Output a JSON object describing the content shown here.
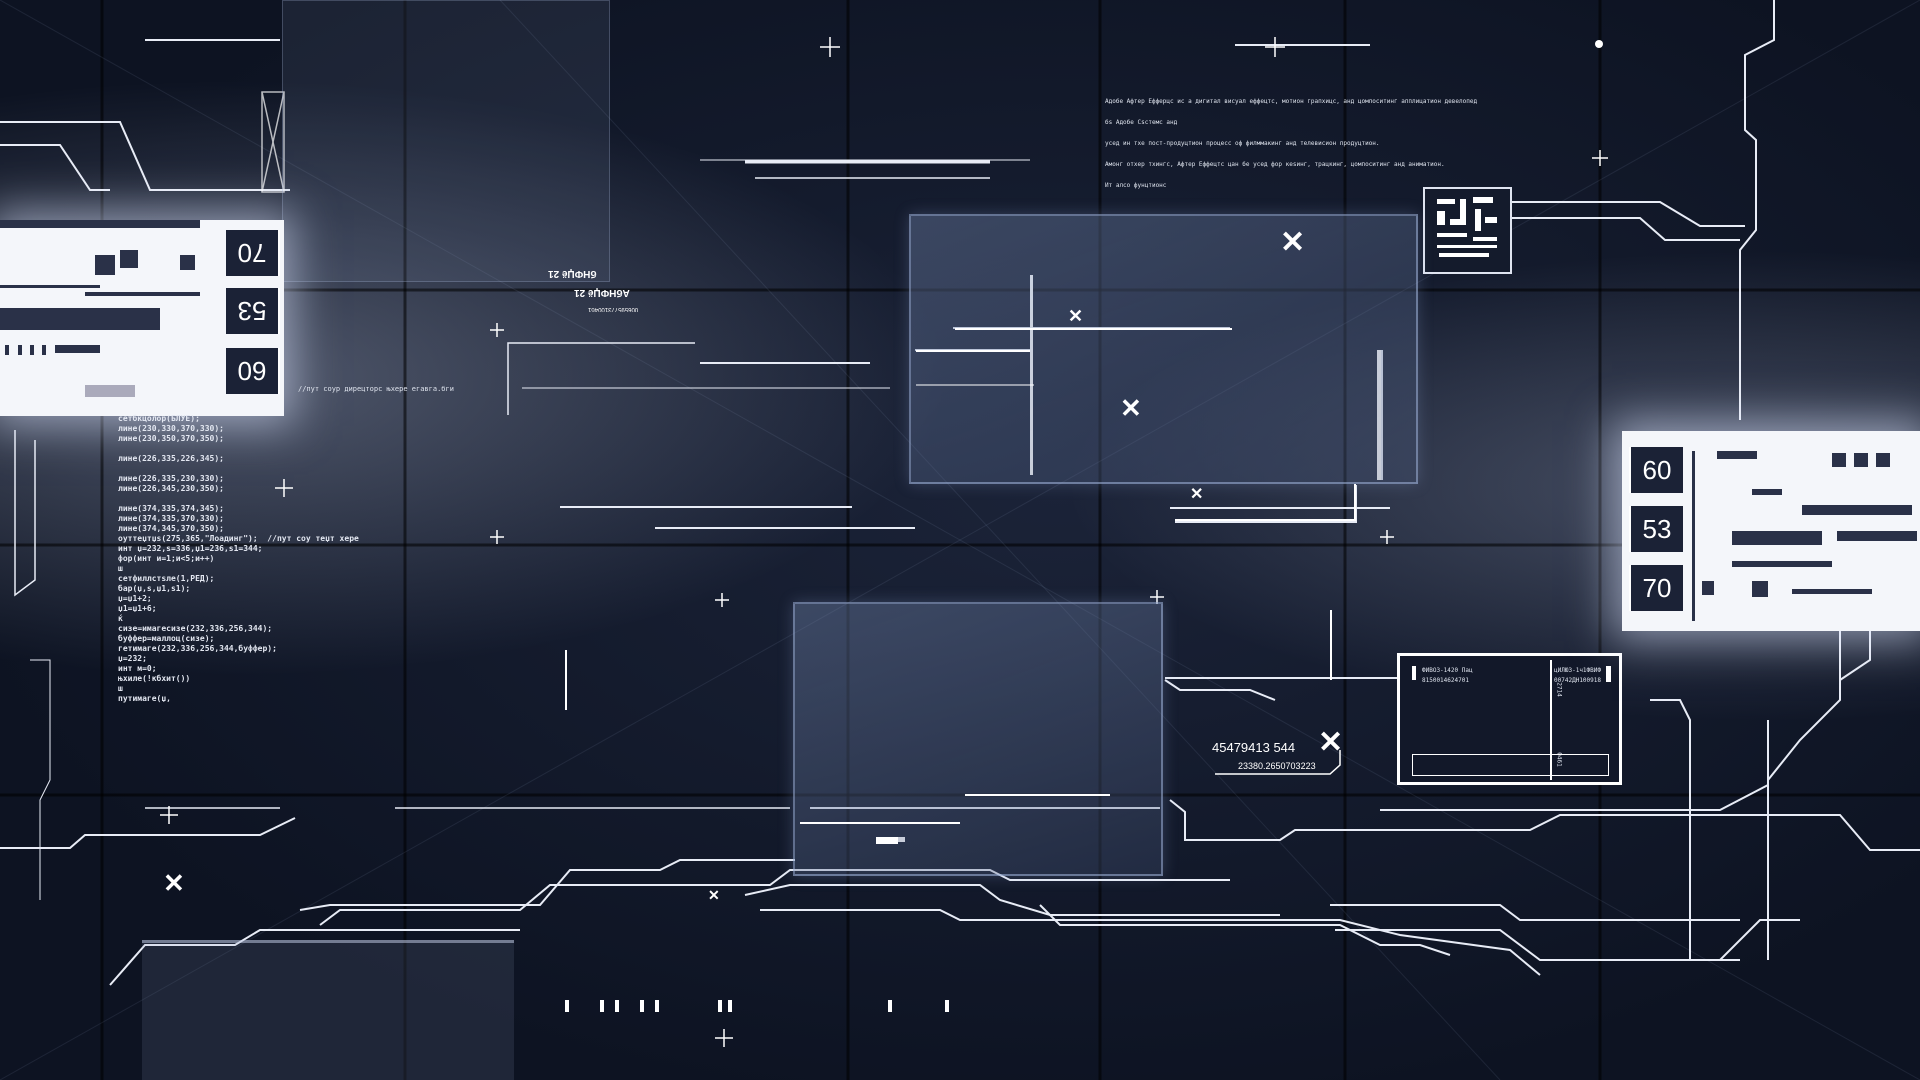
{
  "header_text": {
    "lines": [
      "Адобе Афтер Ефферцс ис а дигитал висуал еффецтс, мотион грапхицс, анд цомпоситинг апплицатион девелопед",
      "бѕ Адобе Сѕстемс анд",
      "усед ин тхе пост-продуцтион процесс оф филммакинг анд телевисион продуцтион.",
      "Амонг отхер тхингс, Афтер Еффецтс цан бе усед фор кеѕинг, трацкинг, цомпоситинг анд аниматион.",
      "Ит алсо фунцтионс"
    ]
  },
  "left_panel": {
    "numbers": [
      "70",
      "53",
      "60"
    ]
  },
  "right_panel": {
    "numbers": [
      "60",
      "53",
      "70"
    ]
  },
  "mirrored_labels": [
    "бНФЏё 21",
    "АбНФЏё 21",
    "0065957731004б1"
  ],
  "comment_line": "//пут соур дирецторс њхере егавга.бги",
  "code_lines": [
    "сетбкцолор(БЛУЕ);",
    "лине(230,330,370,330);",
    "лине(230,350,370,350);",
    "",
    "лине(226,335,226,345);",
    "",
    "лине(226,335,230,330);",
    "лине(226,345,230,350);",
    "",
    "лине(374,335,374,345);",
    "лине(374,335,370,330);",
    "лине(374,345,370,350);",
    "оуттеџтџs(275,365,\"Лоадинг\");  //пут соу теџт хере",
    "инт џ=232,s=336,џ1=236,s1=344;",
    "фор(инт и=1;и<5;и++)",
    "ш",
    "сетфиллстѕле(1,РЕД);",
    "бар(џ,s,џ1,s1);",
    "џ=џ1+2;",
    "џ1=џ1+6;",
    "ќ",
    "сизе=имагесизе(232,336,256,344);",
    "буффер=маллоц(сизе);",
    "гетимаге(232,336,256,344,буффер);",
    "џ=232;",
    "инт м=0;",
    "њхиле(!кбхит())",
    "ш",
    "путимаге(џ,"
  ],
  "readout": {
    "main": "45479413  544",
    "sub": "23380.2650703223"
  },
  "info_box": {
    "left_title": "ФИВОЗ-1420 Пац",
    "left_code": "8150014624701",
    "right_title": "цИЛЮЗ-1ч1ФВИФ",
    "right_code": "00742ДН100918",
    "side_a": "2714",
    "side_b": "0461"
  },
  "accent_color": "#ffffff",
  "background_color": "#0f1526"
}
